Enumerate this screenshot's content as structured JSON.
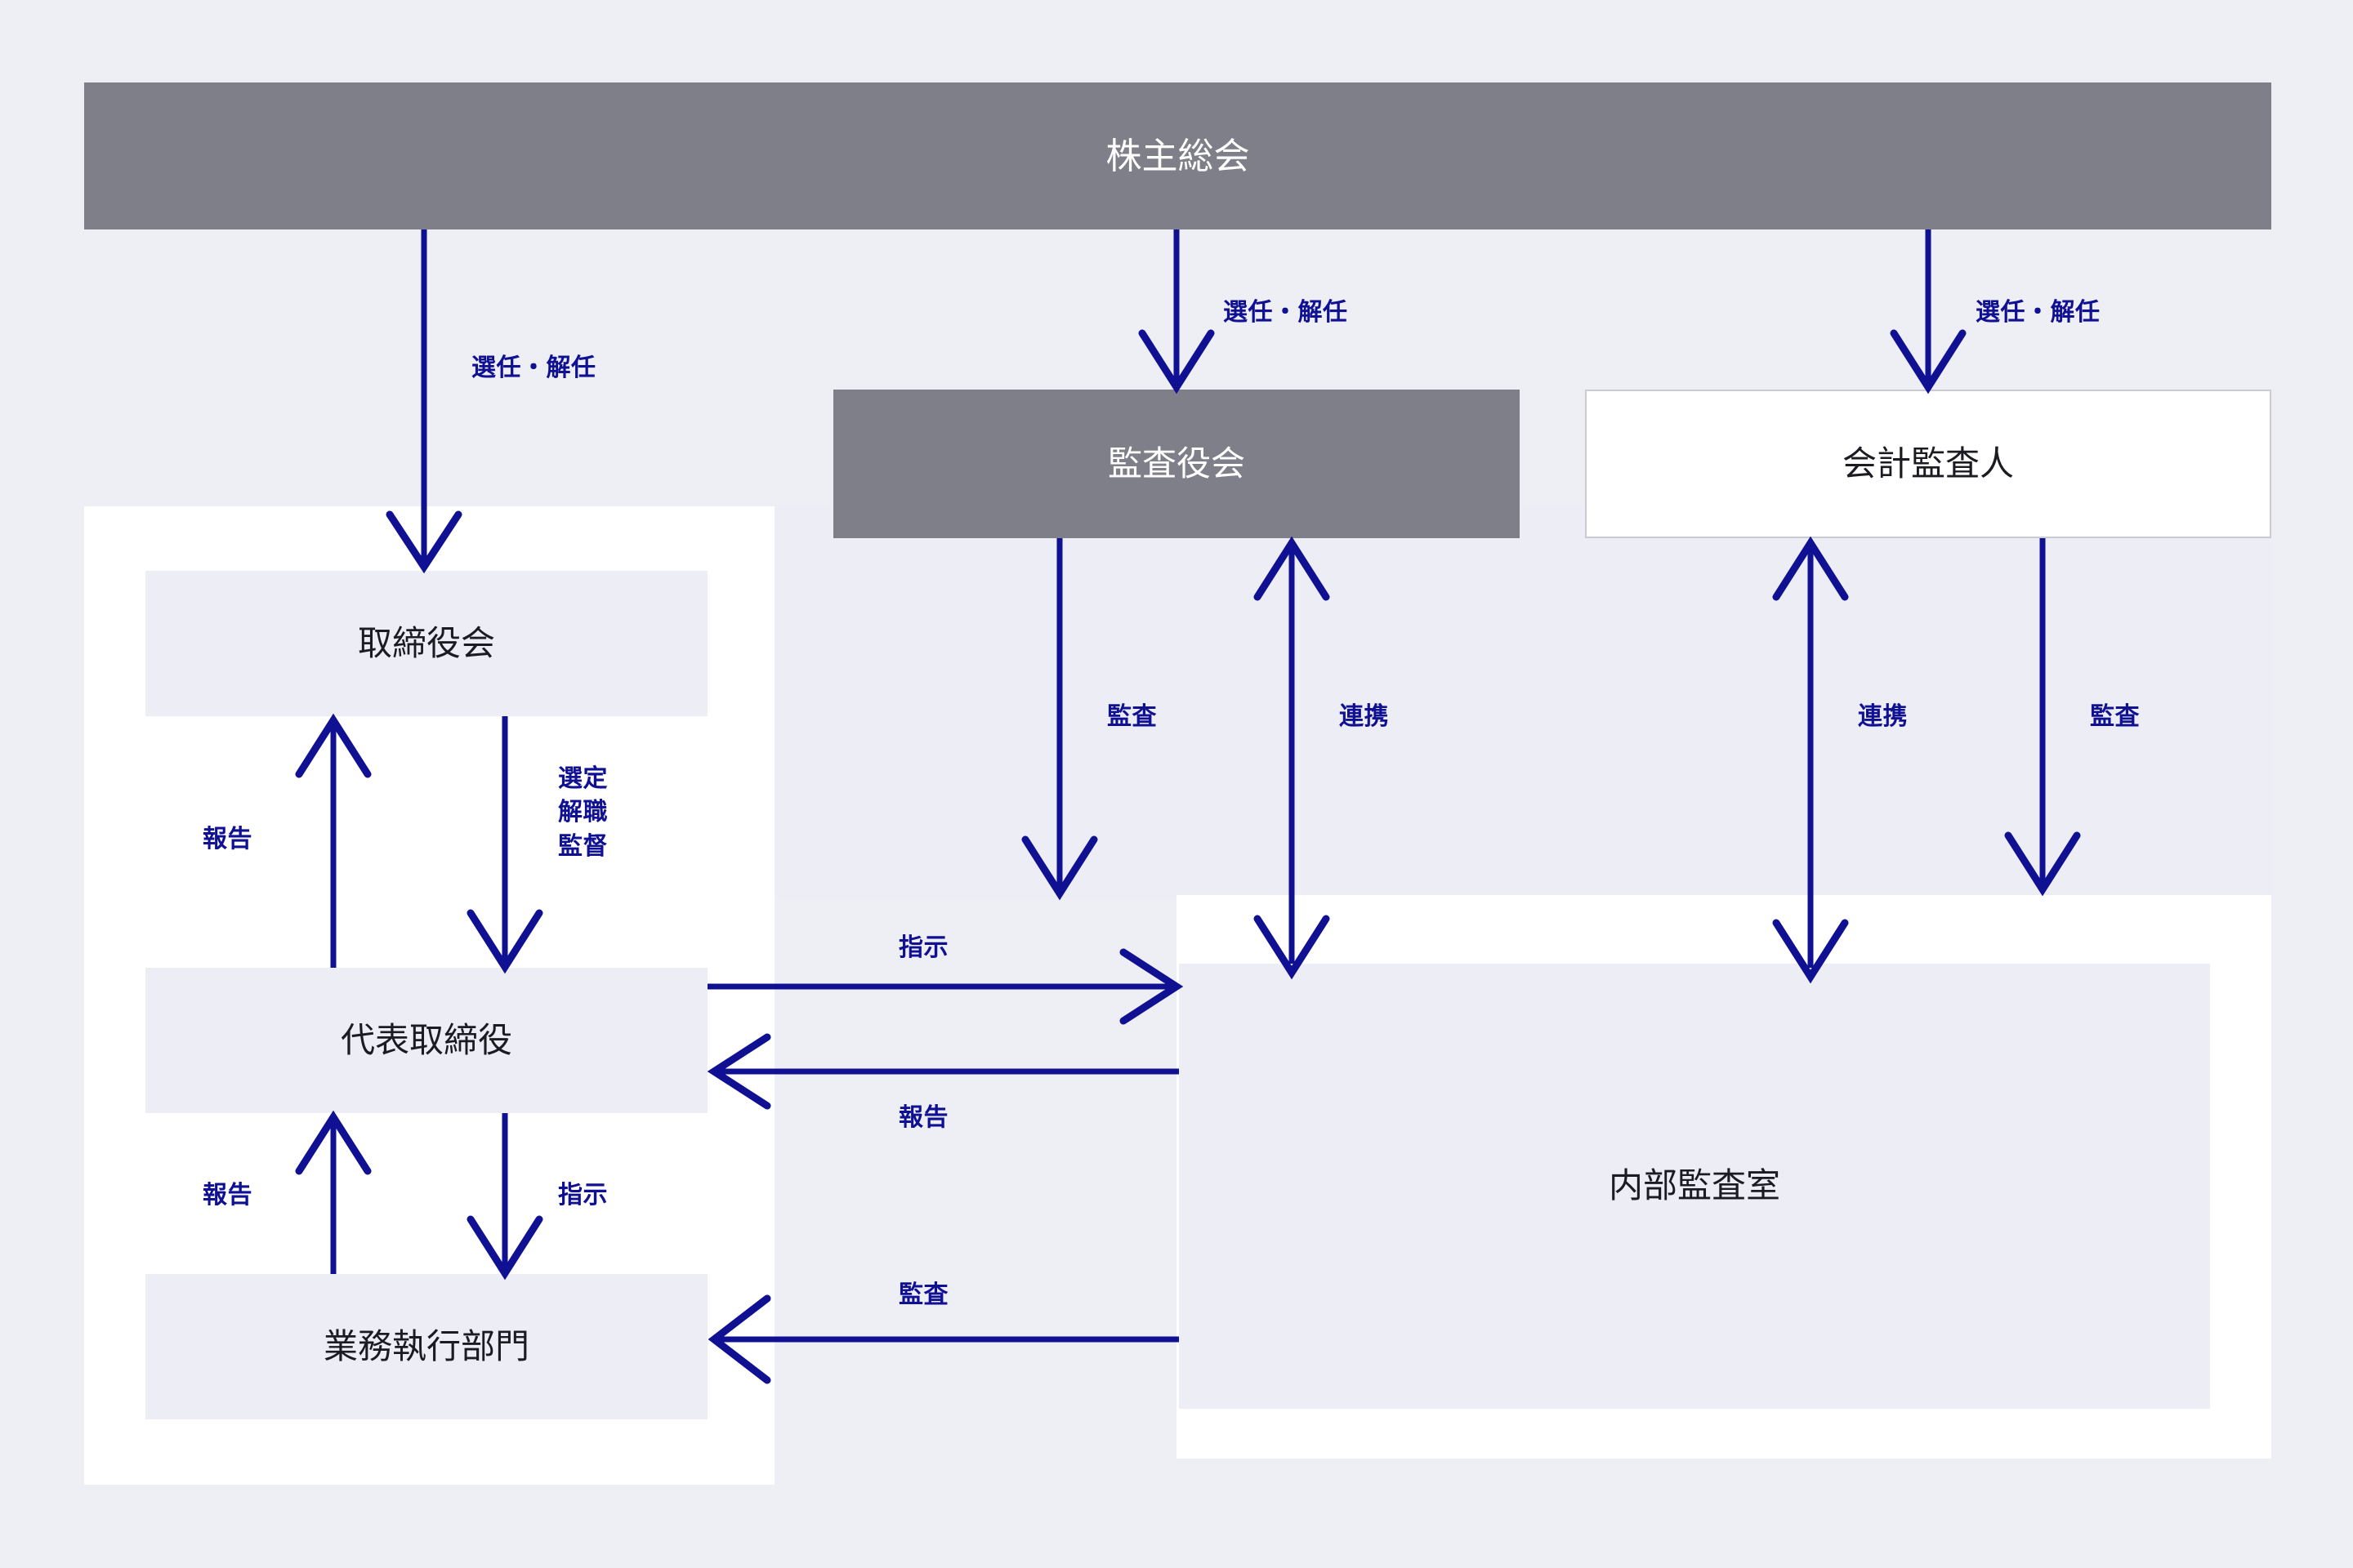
{
  "diagram": {
    "title_node": "株主総会",
    "colors": {
      "background": "#eeeef5",
      "gray_node": "#7f7f89",
      "lavender_node": "#ecedf5",
      "white_node": "#ffffff",
      "arrow": "#101093",
      "node_border": "#c9cad4"
    },
    "nodes": {
      "shareholders_meeting": "株主総会",
      "board_of_auditors": "監査役会",
      "accounting_auditor": "会計監査人",
      "board_of_directors": "取締役会",
      "representative_director": "代表取締役",
      "business_execution": "業務執行部門",
      "internal_audit_office": "内部監査室"
    },
    "edge_labels": {
      "sm_to_bod": "選任・解任",
      "sm_to_boa": "選任・解任",
      "sm_to_aa": "選任・解任",
      "repdir_to_bod_report": "報告",
      "bod_to_repdir": "選定\n解職\n監督",
      "biz_to_repdir_report": "報告",
      "repdir_to_biz_instruct": "指示",
      "boa_to_iao_audit": "監査",
      "boa_iao_coordinate": "連携",
      "aa_iao_coordinate": "連携",
      "aa_to_iao_audit": "監査",
      "repdir_to_iao_instruct": "指示",
      "iao_to_repdir_report": "報告",
      "iao_to_biz_audit": "監査"
    }
  }
}
